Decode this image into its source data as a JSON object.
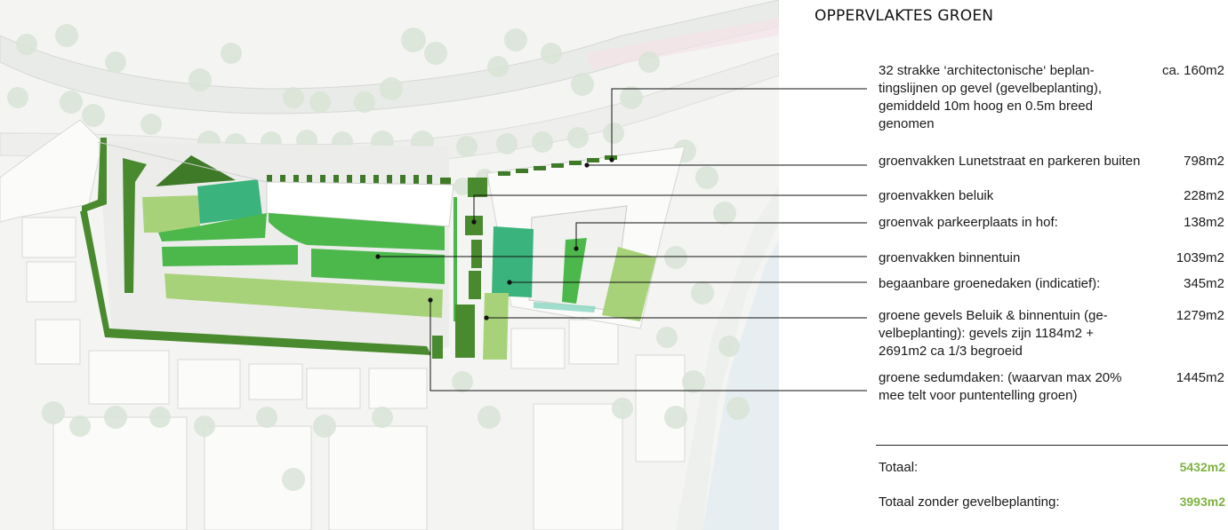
{
  "title": "OPPERVLAKTES GROEN",
  "colors": {
    "accent_total": "#7cb342",
    "green_dark": "#4a8a2f",
    "green_mid": "#4cb84c",
    "green_light": "#a8d27a",
    "green_teal": "#3bb37c"
  },
  "legend": [
    {
      "label": "32 strakke ‘architectonische‘ beplan-tingslijnen op gevel (gevelbeplanting), gemiddeld 10m hoog en 0.5m breed genomen",
      "value": "ca. 160m2"
    },
    {
      "label": "groenvakken Lunetstraat en parkeren buiten",
      "value": "798m2"
    },
    {
      "label": "groenvakken beluik",
      "value": "228m2"
    },
    {
      "label": "groenvak parkeerplaats in hof:",
      "value": "138m2"
    },
    {
      "label": "groenvakken binnentuin",
      "value": "1039m2"
    },
    {
      "label": "begaanbare groenedaken (indicatief):",
      "value": "345m2"
    },
    {
      "label": "groene gevels Beluik & binnentuin (ge-velbeplanting): gevels zijn 1184m2 + 2691m2 ca 1/3 begroeid",
      "value": "1279m2"
    },
    {
      "label": "groene sedumdaken: (waarvan max 20% mee telt voor puntentelling groen)",
      "value": "1445m2"
    }
  ],
  "totals": [
    {
      "label": "Totaal:",
      "value": "5432m2"
    },
    {
      "label": "Totaal zonder gevelbeplanting:",
      "value": "3993m2"
    }
  ]
}
